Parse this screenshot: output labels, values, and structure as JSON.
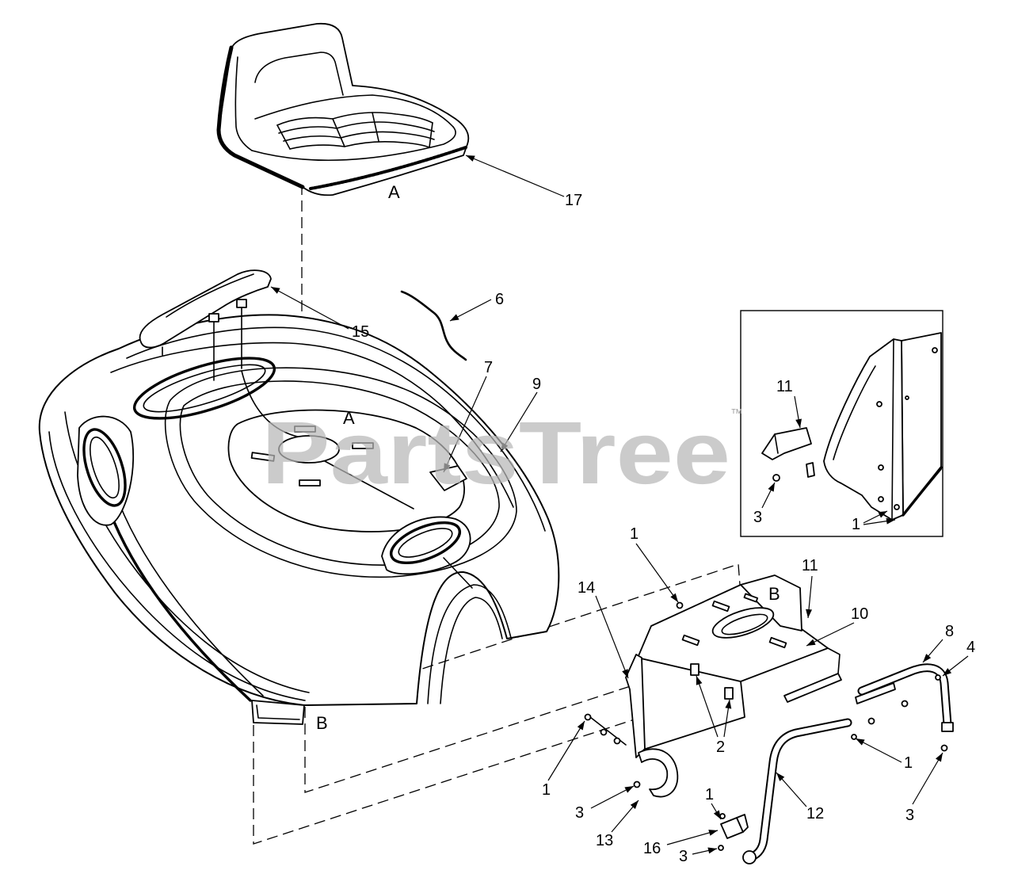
{
  "watermark": {
    "text": "PartsTree",
    "trademark": "™"
  },
  "main_callouts": {
    "seat": "17",
    "seat_ref": "A",
    "armrest": "15",
    "wire": "6",
    "tab": "7",
    "hood": "9",
    "hood_ref": "A",
    "hood_rear_ref": "B",
    "screw_upper": "1",
    "side_bracket": "14",
    "clip_upper": "11",
    "plate": "10",
    "plate_ref": "B",
    "handle": "8",
    "handle_fastener": "4",
    "bolts": "2",
    "screw_right": "1",
    "screw_left": "1",
    "nut_left": "3",
    "hook": "13",
    "screw_lower": "1",
    "lever": "12",
    "nut_right": "3",
    "clip_lower": "16",
    "nut_lower": "3"
  },
  "inset_callouts": {
    "clip": "11",
    "nut": "3",
    "screws": "1"
  },
  "colors": {
    "line": "#000000",
    "background": "#ffffff",
    "watermark": "#b8b8b8"
  }
}
